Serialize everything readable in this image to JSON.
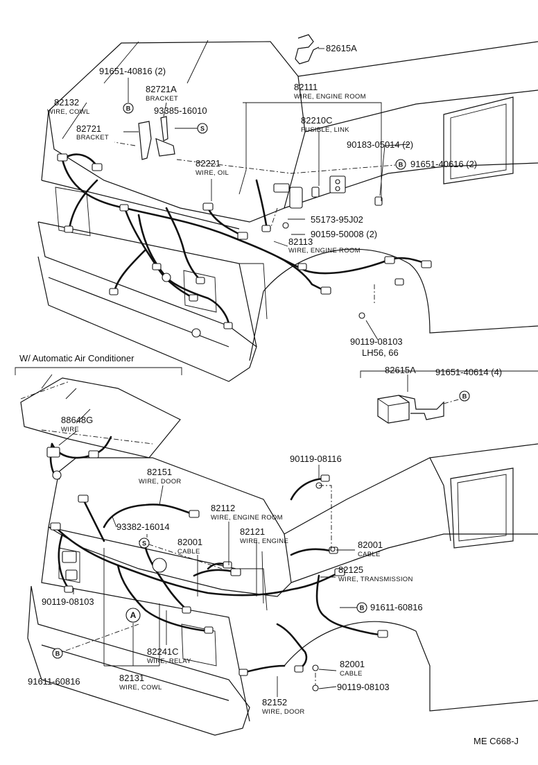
{
  "sections": {
    "w_auto_ac": "W/ Automatic Air Conditioner",
    "lh56": "LH56, 66"
  },
  "markers": {
    "b": "B",
    "s": "S",
    "a": "A"
  },
  "footer_code": "ME  C668-J",
  "parts": {
    "p82615A_top": {
      "pn": "82615A"
    },
    "p91651_40816_top": {
      "pn": "91651-40816 (2)"
    },
    "p82132": {
      "pn": "82132",
      "desc": "WIRE, COWL"
    },
    "p82721A": {
      "pn": "82721A",
      "desc": "BRACKET"
    },
    "p93385": {
      "pn": "93385-16010"
    },
    "p82721": {
      "pn": "82721",
      "desc": "BRACKET"
    },
    "p82111": {
      "pn": "82111",
      "desc": "WIRE, ENGINE ROOM"
    },
    "p82210C": {
      "pn": "82210C",
      "desc": "FUSIBLE, LINK"
    },
    "p90183": {
      "pn": "90183-05014 (2)"
    },
    "p91651_40616": {
      "pn": "91651-40616 (2)"
    },
    "p82221": {
      "pn": "82221",
      "desc": "WIRE, OIL"
    },
    "p55173": {
      "pn": "55173-95J02"
    },
    "p90159": {
      "pn": "90159-50008 (2)"
    },
    "p82113": {
      "pn": "82113",
      "desc": "WIRE, ENGINE ROOM"
    },
    "p90119_08103_top": {
      "pn": "90119-08103"
    },
    "p82615A_lh": {
      "pn": "82615A"
    },
    "p91651_40614": {
      "pn": "91651-40614 (4)"
    },
    "p88648G": {
      "pn": "88648G",
      "desc": "WIRE"
    },
    "p90119_08116": {
      "pn": "90119-08116"
    },
    "p82151": {
      "pn": "82151",
      "desc": "WIRE, DOOR"
    },
    "p93382": {
      "pn": "93382-16014"
    },
    "p82112": {
      "pn": "82112",
      "desc": "WIRE, ENGINE ROOM"
    },
    "p82121": {
      "pn": "82121",
      "desc": "WIRE, ENGINE"
    },
    "p82001_a": {
      "pn": "82001",
      "desc": "CABLE"
    },
    "p82001_b": {
      "pn": "82001",
      "desc": "CABLE"
    },
    "p82125": {
      "pn": "82125",
      "desc": "WIRE, TRANSMISSION"
    },
    "p91611_60816_r": {
      "pn": "91611-60816"
    },
    "p90119_08103_l": {
      "pn": "90119-08103"
    },
    "p82241C": {
      "pn": "82241C",
      "desc": "WIRE, RELAY"
    },
    "p82131": {
      "pn": "82131",
      "desc": "WIRE, COWL"
    },
    "p91611_60816_l": {
      "pn": "91611-60816"
    },
    "p82001_c": {
      "pn": "82001",
      "desc": "CABLE"
    },
    "p90119_08103_b": {
      "pn": "90119-08103"
    },
    "p82152": {
      "pn": "82152",
      "desc": "WIRE, DOOR"
    }
  }
}
